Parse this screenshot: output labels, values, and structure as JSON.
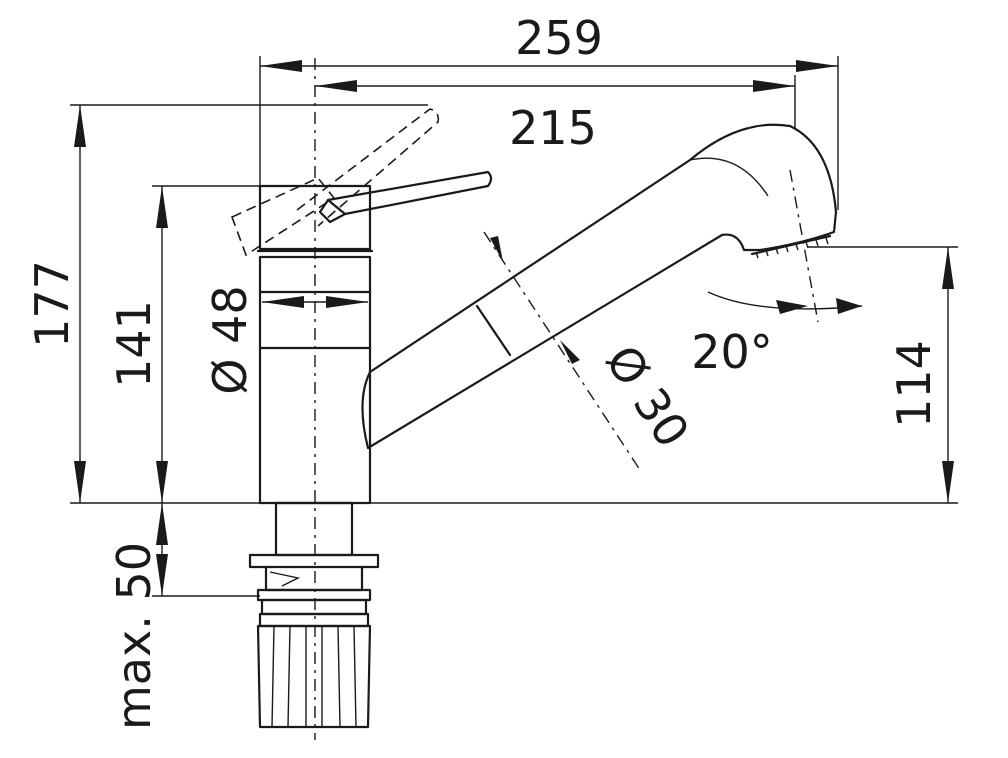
{
  "dimensions": {
    "overall_width": "259",
    "spout_reach": "215",
    "total_height": "177",
    "body_height": "141",
    "body_diameter": "Ø 48",
    "spout_diameter": "Ø 30",
    "swivel_angle": "20°",
    "outlet_height": "114",
    "max_deck_thickness": "max. 50"
  },
  "colors": {
    "line": "#1a1a1a",
    "background": "#ffffff"
  }
}
